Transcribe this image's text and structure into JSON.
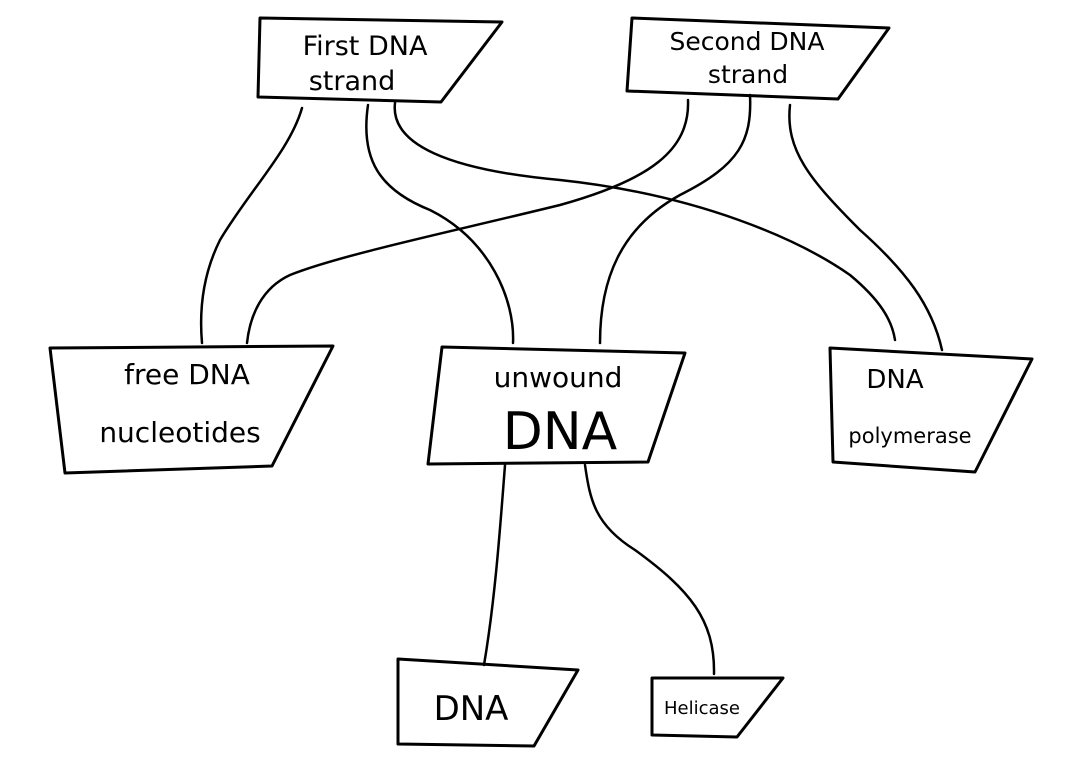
{
  "nodes": {
    "first_strand": {
      "line1": "First DNA",
      "line2": "strand"
    },
    "second_strand": {
      "line1": "Second DNA",
      "line2": "strand"
    },
    "free_nucleotides": {
      "line1": "free DNA",
      "line2": "nucleotides"
    },
    "unwound_dna": {
      "line1": "unwound",
      "line2": "DNA"
    },
    "dna_polymerase": {
      "line1": "DNA",
      "line2": "polymerase"
    },
    "dna": {
      "label": "DNA"
    },
    "helicase": {
      "label": "Helicase"
    }
  },
  "colors": {
    "ink": "#000000",
    "background": "#ffffff"
  }
}
